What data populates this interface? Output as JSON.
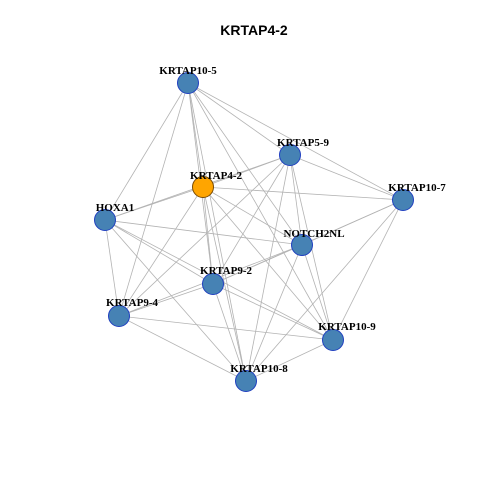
{
  "title": "KRTAP4-2",
  "colors": {
    "focus_node": "#FFA500",
    "node": "#4682B4",
    "node_border": "#1f3fbf",
    "edge": "#b3b3b3",
    "background": "#ffffff"
  },
  "nodes": [
    {
      "id": "KRTAP10-5",
      "label": "KRTAP10-5",
      "focus": false
    },
    {
      "id": "KRTAP5-9",
      "label": "KRTAP5-9",
      "focus": false
    },
    {
      "id": "KRTAP4-2",
      "label": "KRTAP4-2",
      "focus": true
    },
    {
      "id": "KRTAP10-7",
      "label": "KRTAP10-7",
      "focus": false
    },
    {
      "id": "HOXA1",
      "label": "HOXA1",
      "focus": false
    },
    {
      "id": "NOTCH2NL",
      "label": "NOTCH2NL",
      "focus": false
    },
    {
      "id": "KRTAP9-2",
      "label": "KRTAP9-2",
      "focus": false
    },
    {
      "id": "KRTAP9-4",
      "label": "KRTAP9-4",
      "focus": false
    },
    {
      "id": "KRTAP10-9",
      "label": "KRTAP10-9",
      "focus": false
    },
    {
      "id": "KRTAP10-8",
      "label": "KRTAP10-8",
      "focus": false
    }
  ],
  "edges": [
    [
      "KRTAP10-5",
      "KRTAP5-9"
    ],
    [
      "KRTAP10-5",
      "KRTAP10-7"
    ],
    [
      "KRTAP10-5",
      "KRTAP4-2"
    ],
    [
      "KRTAP10-5",
      "HOXA1"
    ],
    [
      "KRTAP10-5",
      "NOTCH2NL"
    ],
    [
      "KRTAP10-5",
      "KRTAP9-2"
    ],
    [
      "KRTAP10-5",
      "KRTAP9-4"
    ],
    [
      "KRTAP10-5",
      "KRTAP10-8"
    ],
    [
      "KRTAP10-5",
      "KRTAP10-9"
    ],
    [
      "KRTAP5-9",
      "KRTAP4-2"
    ],
    [
      "KRTAP5-9",
      "KRTAP10-7"
    ],
    [
      "KRTAP5-9",
      "HOXA1"
    ],
    [
      "KRTAP5-9",
      "NOTCH2NL"
    ],
    [
      "KRTAP5-9",
      "KRTAP9-2"
    ],
    [
      "KRTAP5-9",
      "KRTAP9-4"
    ],
    [
      "KRTAP5-9",
      "KRTAP10-9"
    ],
    [
      "KRTAP5-9",
      "KRTAP10-8"
    ],
    [
      "KRTAP4-2",
      "HOXA1"
    ],
    [
      "KRTAP4-2",
      "KRTAP10-7"
    ],
    [
      "KRTAP4-2",
      "NOTCH2NL"
    ],
    [
      "KRTAP4-2",
      "KRTAP9-2"
    ],
    [
      "KRTAP4-2",
      "KRTAP9-4"
    ],
    [
      "KRTAP4-2",
      "KRTAP10-9"
    ],
    [
      "KRTAP4-2",
      "KRTAP10-8"
    ],
    [
      "KRTAP10-7",
      "NOTCH2NL"
    ],
    [
      "KRTAP10-7",
      "KRTAP9-2"
    ],
    [
      "KRTAP10-7",
      "KRTAP10-9"
    ],
    [
      "KRTAP10-7",
      "KRTAP10-8"
    ],
    [
      "HOXA1",
      "NOTCH2NL"
    ],
    [
      "HOXA1",
      "KRTAP9-2"
    ],
    [
      "HOXA1",
      "KRTAP9-4"
    ],
    [
      "HOXA1",
      "KRTAP10-9"
    ],
    [
      "HOXA1",
      "KRTAP10-8"
    ],
    [
      "NOTCH2NL",
      "KRTAP9-2"
    ],
    [
      "NOTCH2NL",
      "KRTAP9-4"
    ],
    [
      "NOTCH2NL",
      "KRTAP10-8"
    ],
    [
      "NOTCH2NL",
      "KRTAP10-9"
    ],
    [
      "KRTAP9-2",
      "KRTAP9-4"
    ],
    [
      "KRTAP9-2",
      "KRTAP10-9"
    ],
    [
      "KRTAP9-2",
      "KRTAP10-8"
    ],
    [
      "KRTAP9-4",
      "KRTAP10-9"
    ],
    [
      "KRTAP9-4",
      "KRTAP10-8"
    ],
    [
      "KRTAP10-9",
      "KRTAP10-8"
    ]
  ]
}
